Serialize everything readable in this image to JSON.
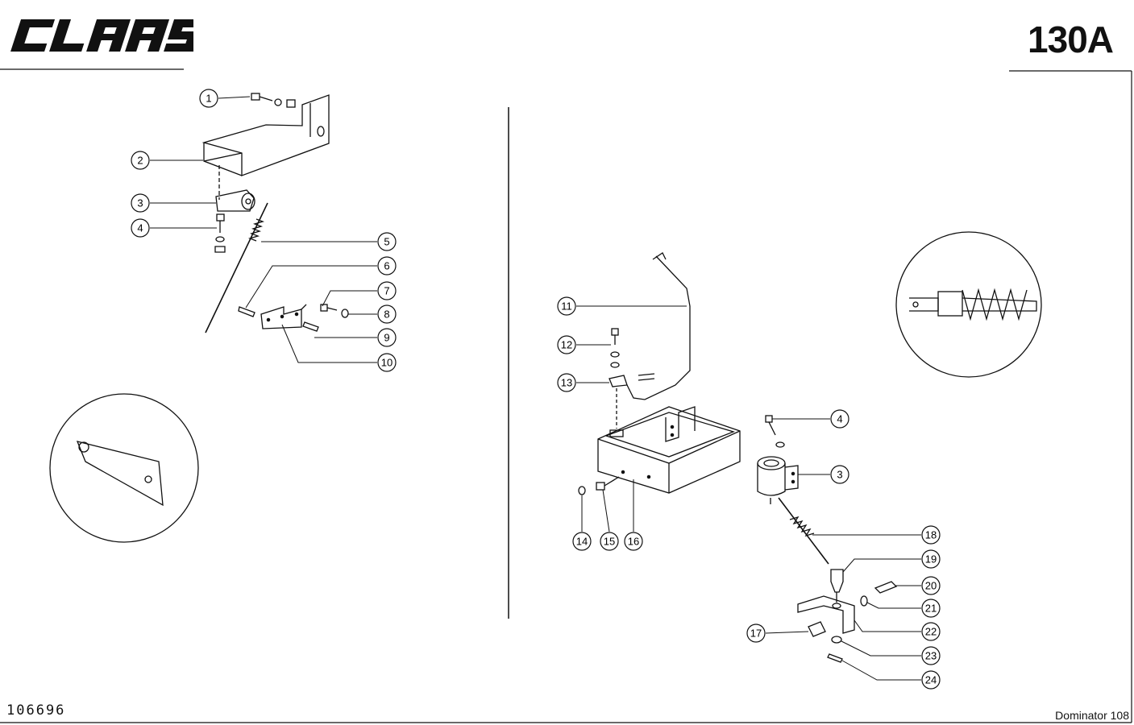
{
  "header": {
    "brand": "CLAAS",
    "page_number": "130A"
  },
  "footer": {
    "doc_id": "106696",
    "model": "Dominator 108"
  },
  "callouts": {
    "left": [
      "1",
      "2",
      "3",
      "4",
      "5",
      "6",
      "7",
      "8",
      "9",
      "10"
    ],
    "right": [
      "11",
      "12",
      "13",
      "4",
      "3",
      "14",
      "15",
      "16",
      "18",
      "19",
      "20",
      "21",
      "22",
      "17",
      "23",
      "24"
    ]
  }
}
